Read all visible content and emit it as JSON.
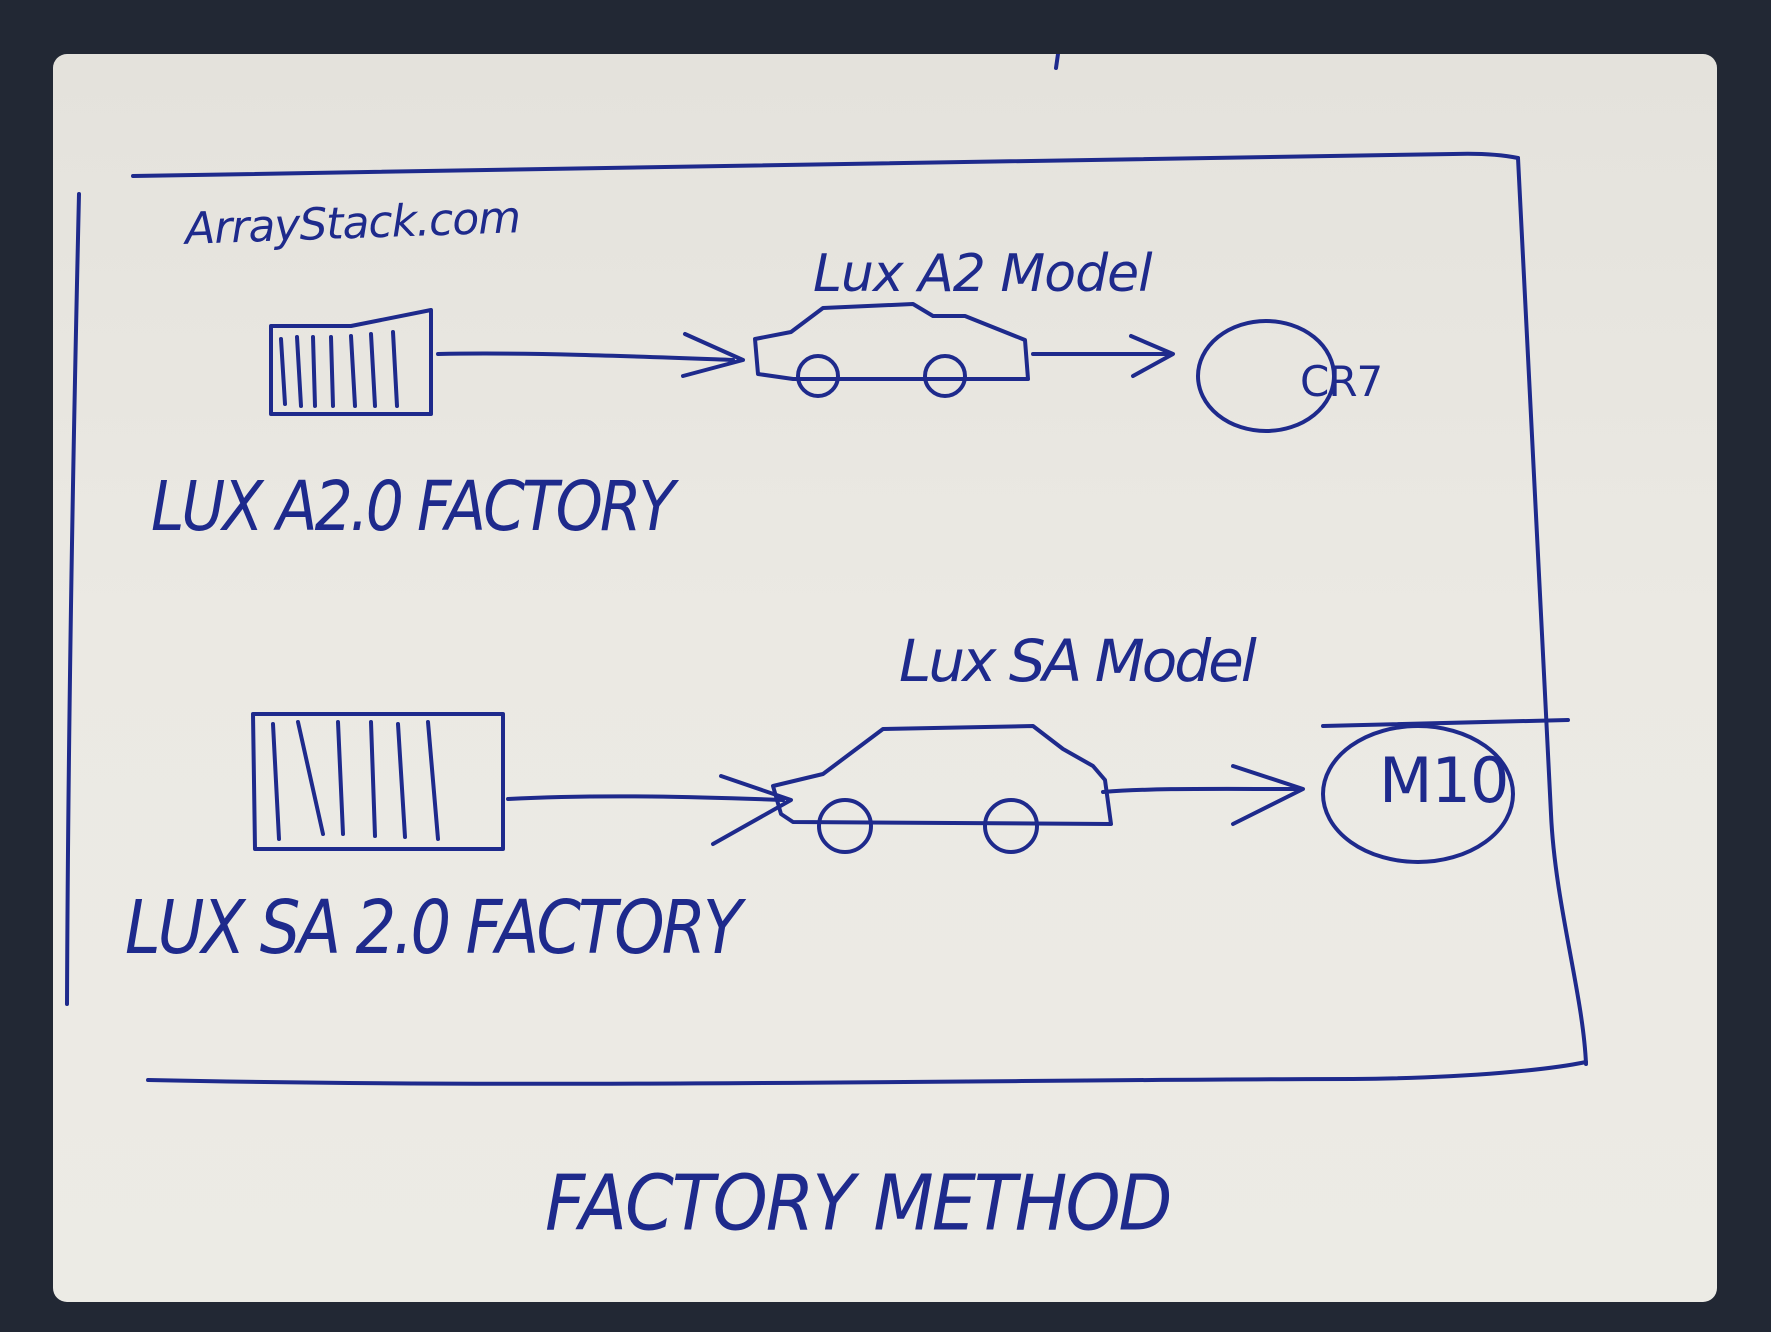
{
  "diagram": {
    "site_text": "ArrayStack.com",
    "footer_caption": "FACTORY METHOD",
    "rows": [
      {
        "factory_label": "LUX A2.0 FACTORY",
        "model_label": "Lux A2 Model",
        "product_label": "CR7"
      },
      {
        "factory_label": "LUX SA 2.0 FACTORY",
        "model_label": "Lux SA Model",
        "product_label": "M10"
      }
    ]
  },
  "colors": {
    "ink": "#1e2a8c",
    "paper": "#ebe9e3",
    "frame_background": "#222834"
  },
  "icons": [
    "factory-icon",
    "arrow-icon",
    "car-icon",
    "circled-label"
  ]
}
